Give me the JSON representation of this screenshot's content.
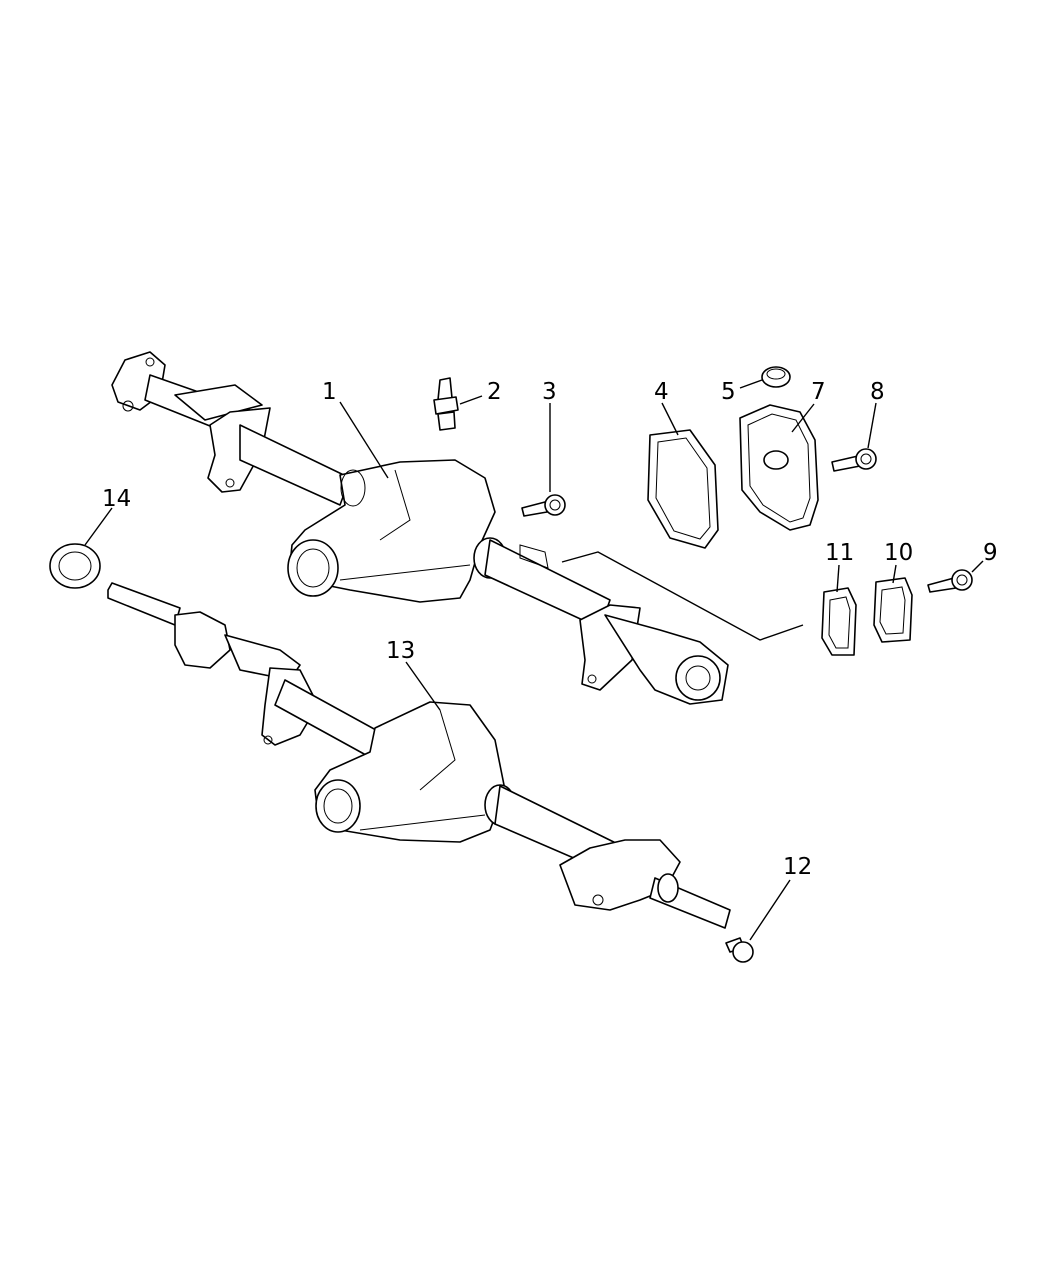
{
  "callouts": [
    {
      "id": "1",
      "label": "1"
    },
    {
      "id": "2",
      "label": "2"
    },
    {
      "id": "3",
      "label": "3"
    },
    {
      "id": "4",
      "label": "4"
    },
    {
      "id": "5",
      "label": "5"
    },
    {
      "id": "7",
      "label": "7"
    },
    {
      "id": "8",
      "label": "8"
    },
    {
      "id": "9",
      "label": "9"
    },
    {
      "id": "10",
      "label": "10"
    },
    {
      "id": "11",
      "label": "11"
    },
    {
      "id": "12",
      "label": "12"
    },
    {
      "id": "13",
      "label": "13"
    },
    {
      "id": "14",
      "label": "14"
    }
  ]
}
